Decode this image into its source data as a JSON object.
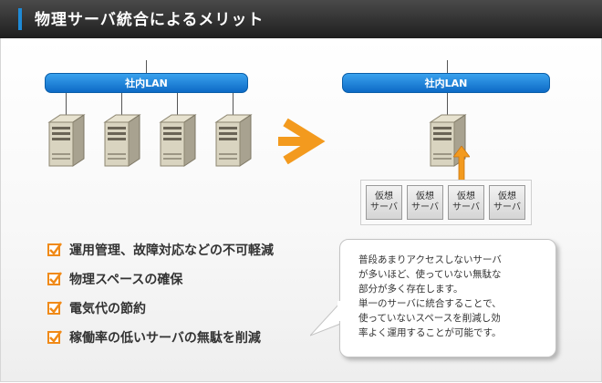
{
  "header": {
    "title": "物理サーバ統合によるメリット"
  },
  "diagram": {
    "left_lan_label": "社内LAN",
    "right_lan_label": "社内LAN",
    "physical_server_count_left": 4,
    "physical_server_count_right": 1,
    "virtual_servers": [
      {
        "line1": "仮想",
        "line2": "サーバ"
      },
      {
        "line1": "仮想",
        "line2": "サーバ"
      },
      {
        "line1": "仮想",
        "line2": "サーバ"
      },
      {
        "line1": "仮想",
        "line2": "サーバ"
      }
    ]
  },
  "benefits": [
    "運用管理、故障対応などの不可軽減",
    "物理スペースの確保",
    "電気代の節約",
    "稼働率の低いサーバの無駄を削減"
  ],
  "callout": {
    "lines": [
      "普段あまりアクセスしないサーバ",
      "が多いほど、使っていない無駄な",
      "部分が多く存在します。",
      "単一のサーバに統合することで、",
      "使っていないスペースを削減し効",
      "率よく運用することが可能です。"
    ]
  },
  "colors": {
    "lan_blue": "#1e7fd8",
    "arrow_orange": "#f39a1e",
    "check_orange": "#f08a18",
    "header_dark": "#2a2a2a"
  }
}
